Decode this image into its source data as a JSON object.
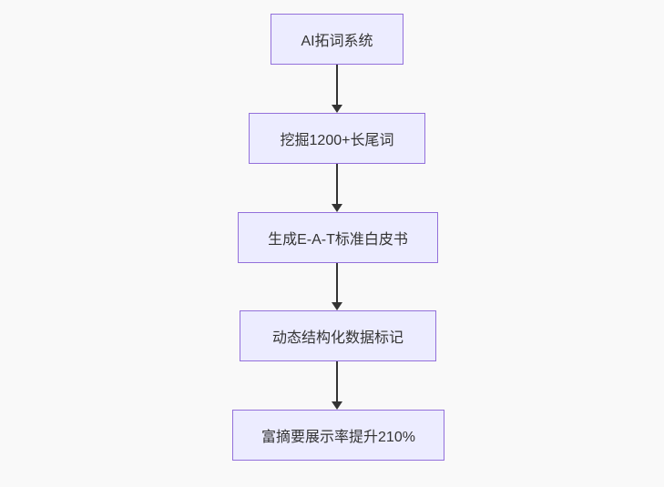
{
  "page": {
    "background_color": "#f9f9f9"
  },
  "flowchart": {
    "type": "flowchart",
    "direction": "top-down",
    "node_fill_color": "#ECECFF",
    "node_border_color": "#9370DB",
    "node_text_color": "#333333",
    "arrow_color": "#333333",
    "nodes": [
      {
        "id": "n1",
        "label": "AI拓词系统"
      },
      {
        "id": "n2",
        "label": "挖掘1200+长尾词"
      },
      {
        "id": "n3",
        "label": "生成E-A-T标准白皮书"
      },
      {
        "id": "n4",
        "label": "动态结构化数据标记"
      },
      {
        "id": "n5",
        "label": "富摘要展示率提升210%"
      }
    ],
    "edges": [
      {
        "from": "n1",
        "to": "n2"
      },
      {
        "from": "n2",
        "to": "n3"
      },
      {
        "from": "n3",
        "to": "n4"
      },
      {
        "from": "n4",
        "to": "n5"
      }
    ]
  }
}
